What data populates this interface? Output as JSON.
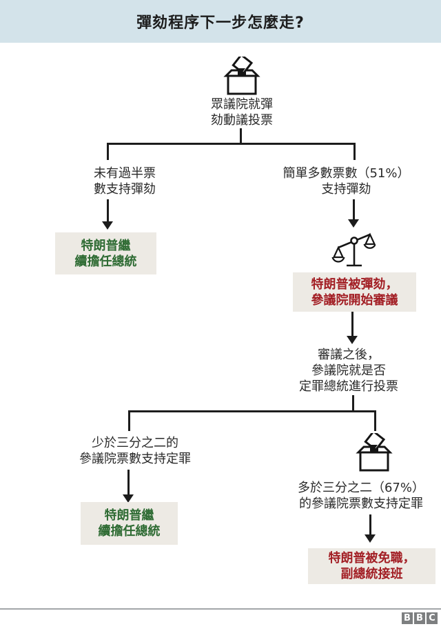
{
  "header": {
    "title": "彈劾程序下一步怎麼走?"
  },
  "flow": {
    "start_label": "眾議院就彈\n劾動議投票",
    "branch1_left_condition": "未有過半票\n數支持彈劾",
    "branch1_left_outcome": "特朗普繼\n續擔任總統",
    "branch1_right_condition": "簡單多數票數（51%）\n支持彈劾",
    "branch1_right_outcome": "特朗普被彈劾，\n參議院開始審議",
    "mid_label": "審議之後，\n參議院就是否\n定罪總統進行投票",
    "branch2_left_condition": "少於三分之二的\n參議院票數支持定罪",
    "branch2_left_outcome": "特朗普繼\n續擔任總統",
    "branch2_right_condition": "多於三分之二（67%）\n的參議院票數支持定罪",
    "branch2_right_outcome": "特朗普被免職，\n副總統接班"
  },
  "icons": {
    "start": "ballot-box-icon",
    "senate_trial": "scales-icon",
    "senate_vote": "ballot-box-icon"
  },
  "colors": {
    "header_bg": "#d3e3ea",
    "outcome_box_bg": "#edeae4",
    "positive_text": "#2e6b33",
    "negative_text": "#a21e24",
    "line": "#1c1c1c",
    "footer_logo_gray": "#7d7f80"
  },
  "footer": {
    "logo": [
      "B",
      "B",
      "C"
    ]
  }
}
